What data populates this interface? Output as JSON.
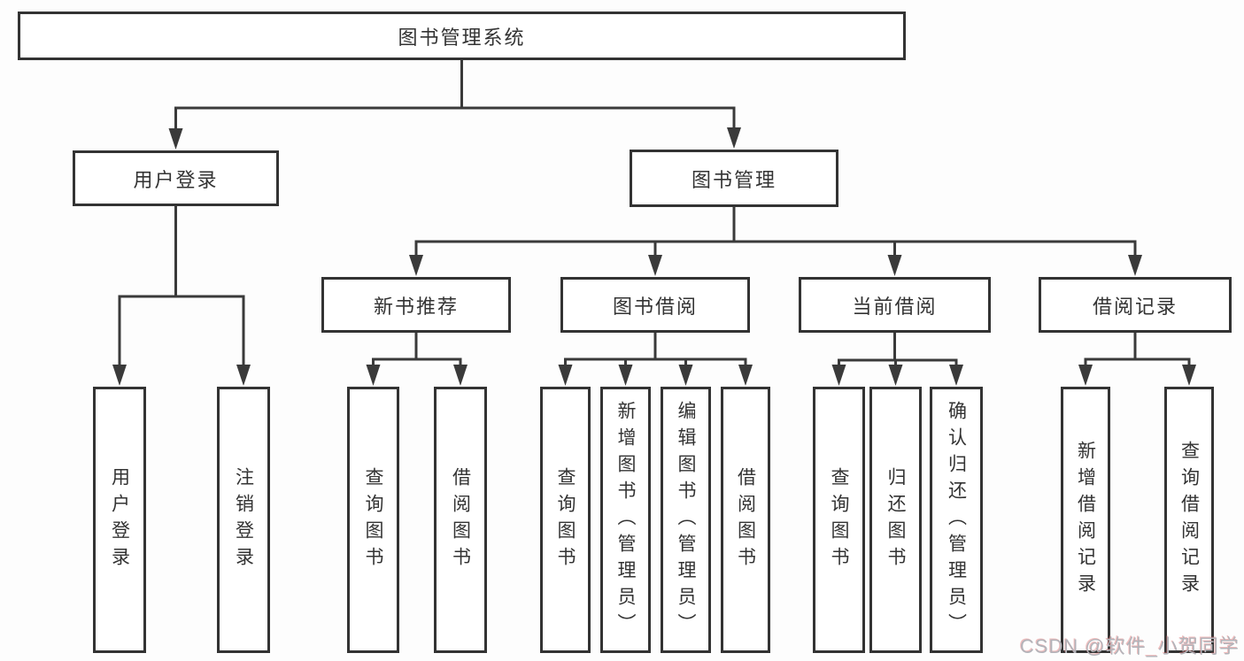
{
  "diagram": {
    "title": "图书管理系统",
    "nodes": {
      "system": {
        "label": "图书管理系统"
      },
      "user_login": {
        "label": "用户登录"
      },
      "book_mgmt": {
        "label": "图书管理"
      },
      "new_book_rec": {
        "label": "新书推荐"
      },
      "book_borrow": {
        "label": "图书借阅"
      },
      "current_borrow": {
        "label": "当前借阅"
      },
      "borrow_records": {
        "label": "借阅记录"
      },
      "leaf_user_login": {
        "label": "用户登录"
      },
      "leaf_logout": {
        "label": "注销登录"
      },
      "leaf_query_books_rec": {
        "label": "查询图书"
      },
      "leaf_borrow_books_rec": {
        "label": "借阅图书"
      },
      "leaf_query_books_borrow": {
        "label": "查询图书"
      },
      "leaf_add_books_admin": {
        "label": "新增图书（管理员）"
      },
      "leaf_edit_books_admin": {
        "label": "编辑图书（管理员）"
      },
      "leaf_borrow_books_borrow": {
        "label": "借阅图书"
      },
      "leaf_query_books_current": {
        "label": "查询图书"
      },
      "leaf_return_books": {
        "label": "归还图书"
      },
      "leaf_confirm_return_admin": {
        "label": "确认归还（管理员）"
      },
      "leaf_add_borrow_record": {
        "label": "新增借阅记录"
      },
      "leaf_query_borrow_record": {
        "label": "查询借阅记录"
      }
    },
    "edges": [
      {
        "from": "system",
        "to": [
          "user_login",
          "book_mgmt"
        ]
      },
      {
        "from": "user_login",
        "to": [
          "leaf_user_login",
          "leaf_logout"
        ]
      },
      {
        "from": "book_mgmt",
        "to": [
          "new_book_rec",
          "book_borrow",
          "current_borrow",
          "borrow_records"
        ]
      },
      {
        "from": "new_book_rec",
        "to": [
          "leaf_query_books_rec",
          "leaf_borrow_books_rec"
        ]
      },
      {
        "from": "book_borrow",
        "to": [
          "leaf_query_books_borrow",
          "leaf_add_books_admin",
          "leaf_edit_books_admin",
          "leaf_borrow_books_borrow"
        ]
      },
      {
        "from": "current_borrow",
        "to": [
          "leaf_query_books_current",
          "leaf_return_books",
          "leaf_confirm_return_admin"
        ]
      },
      {
        "from": "borrow_records",
        "to": [
          "leaf_add_borrow_record",
          "leaf_query_borrow_record"
        ]
      }
    ],
    "watermark": "CSDN @软件_小贺同学",
    "colors": {
      "line": "#3a3a3a",
      "box_border": "#333333",
      "box_fill": "#ffffff",
      "text": "#333333",
      "watermark": "#b3b3b9"
    }
  }
}
